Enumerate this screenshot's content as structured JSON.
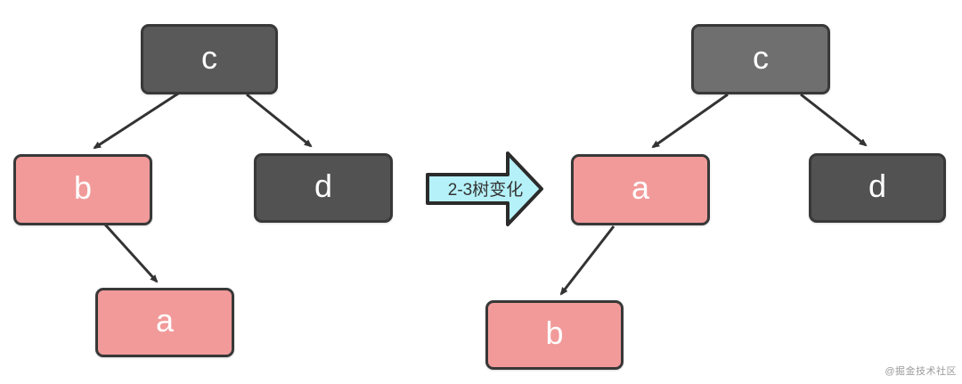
{
  "diagram": {
    "title_hint": "2-3 tree transformation diagram",
    "colors": {
      "pink_node": "#f29a9a",
      "dark_gray_node": "#525252",
      "medium_gray_node": "#595959",
      "light_gray_node": "#6f6f6f",
      "node_border": "#383838",
      "edge_stroke": "#333333",
      "arrow_fill": "#b5f1f8",
      "arrow_border": "#2b2b2b",
      "node_text": "#ffffff",
      "watermark_text": "#9b9b9b"
    },
    "trees": {
      "left": {
        "name": "before-transformation-tree",
        "nodes": [
          {
            "id": "c",
            "label": "c",
            "color": "#595959",
            "role": "root"
          },
          {
            "id": "b",
            "label": "b",
            "color": "#f29a9a",
            "role": "left-child-of-c"
          },
          {
            "id": "d",
            "label": "d",
            "color": "#525252",
            "role": "right-child-of-c"
          },
          {
            "id": "a",
            "label": "a",
            "color": "#f29a9a",
            "role": "right-child-of-b"
          }
        ],
        "edges": [
          {
            "from": "c",
            "to": "b"
          },
          {
            "from": "c",
            "to": "d"
          },
          {
            "from": "b",
            "to": "a"
          }
        ]
      },
      "right": {
        "name": "after-transformation-tree",
        "nodes": [
          {
            "id": "c",
            "label": "c",
            "color": "#6f6f6f",
            "role": "root"
          },
          {
            "id": "a",
            "label": "a",
            "color": "#f29a9a",
            "role": "left-child-of-c"
          },
          {
            "id": "d",
            "label": "d",
            "color": "#525252",
            "role": "right-child-of-c"
          },
          {
            "id": "b",
            "label": "b",
            "color": "#f29a9a",
            "role": "left-child-of-a"
          }
        ],
        "edges": [
          {
            "from": "c",
            "to": "a"
          },
          {
            "from": "c",
            "to": "d"
          },
          {
            "from": "a",
            "to": "b"
          }
        ]
      }
    },
    "transform_arrow": {
      "label": "2-3树变化",
      "fill": "#b5f1f8"
    },
    "watermark": "@掘金技术社区"
  }
}
